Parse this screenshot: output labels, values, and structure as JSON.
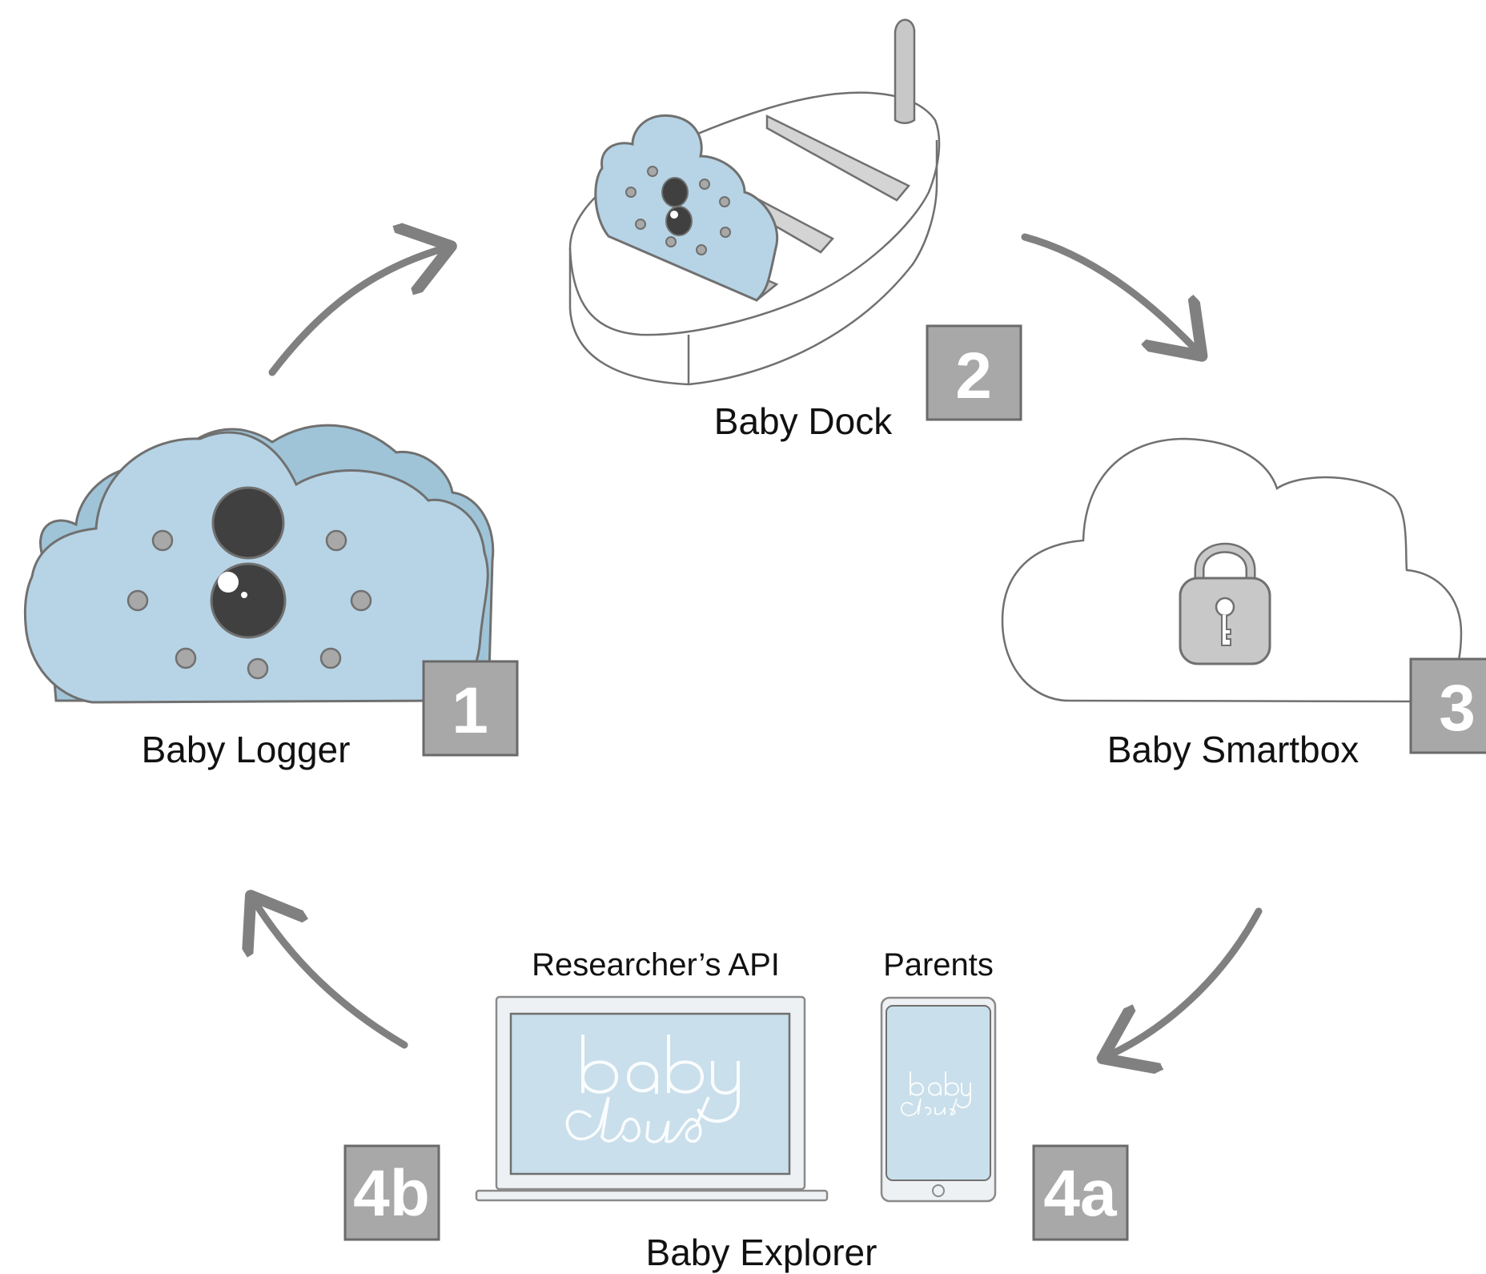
{
  "colors": {
    "device_blue": "#b7d4e6",
    "screen_blue": "#c9dfeb",
    "outline": "#6f6f6f",
    "arrow": "#808080",
    "badge_fill": "#a8a8a8",
    "badge_stroke": "#6a6a6a",
    "dark_dot": "#404040"
  },
  "icons": {
    "logger": "cloud-device-icon",
    "dock": "dock-icon",
    "smartbox": "lock-cloud-icon",
    "laptop": "laptop-icon",
    "phone": "phone-icon"
  },
  "nodes": {
    "logger": {
      "label": "Baby Logger",
      "badge": "1"
    },
    "dock": {
      "label": "Baby Dock",
      "badge": "2"
    },
    "smartbox": {
      "label": "Baby Smartbox",
      "badge": "3"
    },
    "explorer": {
      "label": "Baby Explorer",
      "parents_label": "Parents",
      "researcher_label": "Researcher’s API",
      "badge_parents": "4a",
      "badge_researcher": "4b"
    }
  }
}
